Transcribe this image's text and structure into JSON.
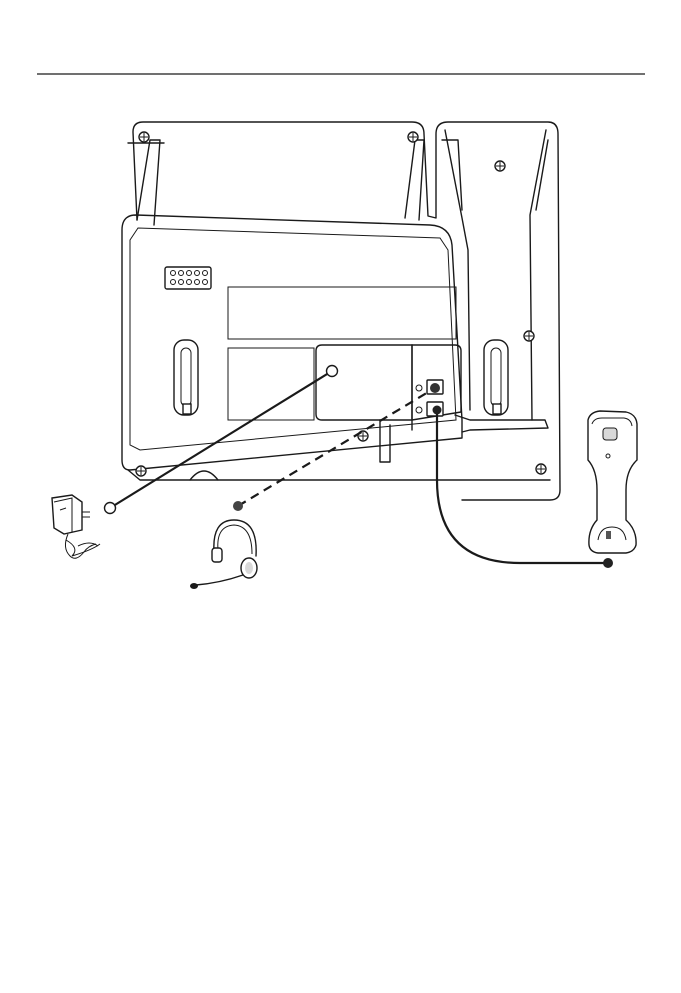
{
  "diagram": {
    "colors": {
      "line": "#1a1a1a",
      "shade": "#d9d9d9",
      "background": "#ffffff"
    },
    "parts": {
      "phone_base": "phone-base-back-view",
      "power_adapter": "power-adapter",
      "headset": "headset",
      "handset": "handset"
    },
    "connections": [
      {
        "from": "power-adapter",
        "to": "power-port",
        "style": "solid"
      },
      {
        "from": "headset",
        "to": "headset-port",
        "style": "dashed"
      },
      {
        "from": "handset",
        "to": "handset-port",
        "style": "curly-cord"
      }
    ]
  }
}
